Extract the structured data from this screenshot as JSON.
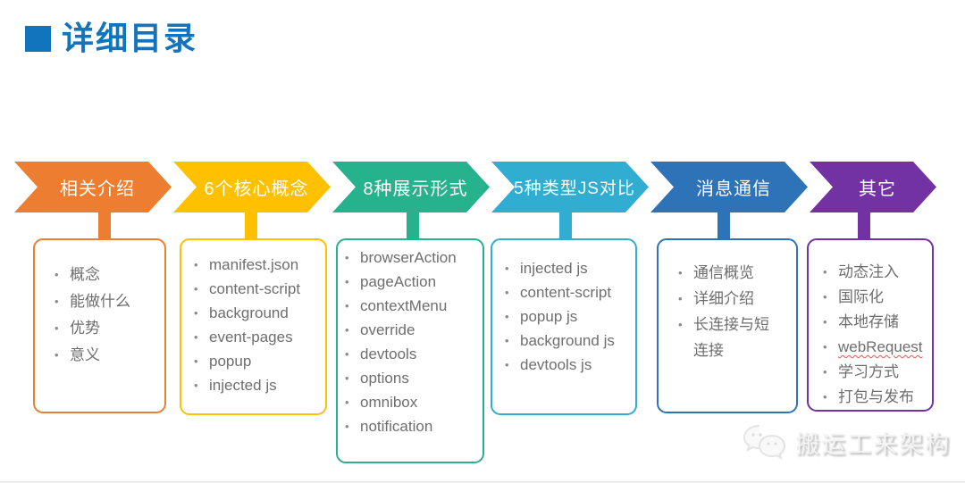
{
  "title": {
    "text": "详细目录",
    "color": "#1274BC",
    "marker": "square-bullet-icon"
  },
  "sections": [
    {
      "label": "相关介绍",
      "color": "#ED7D31",
      "items": [
        "概念",
        "能做什么",
        "优势",
        "意义"
      ]
    },
    {
      "label": "6个核心概念",
      "color": "#FFC000",
      "items": [
        "manifest.json",
        "content-script",
        "background",
        "event-pages",
        "popup",
        "injected js"
      ]
    },
    {
      "label": "8种展示形式",
      "color": "#26B28C",
      "items": [
        "browserAction",
        "pageAction",
        "contextMenu",
        "override",
        "devtools",
        "options",
        "omnibox",
        "notification"
      ]
    },
    {
      "label": "5种类型JS对比",
      "color": "#31ADD2",
      "items": [
        "injected js",
        "content-script",
        "popup js",
        "background js",
        "devtools js"
      ]
    },
    {
      "label": "消息通信",
      "color": "#2E73B8",
      "items": [
        "通信概览",
        "详细介绍",
        "长连接与短连接"
      ]
    },
    {
      "label": "其它",
      "color": "#7232A4",
      "items": [
        "动态注入",
        "国际化",
        "本地存储",
        "webRequest",
        "学习方式",
        "打包与发布"
      ]
    }
  ],
  "annotations": {
    "spellcheck_item": "webRequest"
  },
  "watermark": {
    "text": "搬运工来架构",
    "icon": "wechat-logo-icon"
  },
  "text_color": "#6e6e6e"
}
